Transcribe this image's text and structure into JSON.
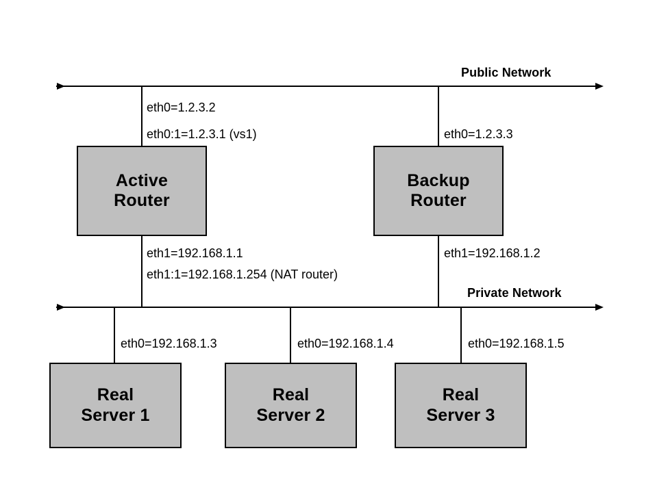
{
  "diagram": {
    "title": "LVS NAT router high-availability network diagram",
    "colors": {
      "box_fill": "#bfbfbf",
      "stroke": "#000000",
      "background": "#ffffff"
    },
    "networks": [
      {
        "id": "public",
        "label": "Public Network"
      },
      {
        "id": "private",
        "label": "Private Network"
      }
    ],
    "routers": [
      {
        "id": "active-router",
        "line1": "Active",
        "line2": "Router",
        "public_addrs": [
          "eth0=1.2.3.2",
          "eth0:1=1.2.3.1 (vs1)"
        ],
        "private_addrs": [
          "eth1=192.168.1.1",
          "eth1:1=192.168.1.254 (NAT router)"
        ]
      },
      {
        "id": "backup-router",
        "line1": "Backup",
        "line2": "Router",
        "public_addrs": [
          "eth0=1.2.3.3"
        ],
        "private_addrs": [
          "eth1=192.168.1.2"
        ]
      }
    ],
    "servers": [
      {
        "id": "real-server-1",
        "line1": "Real",
        "line2": "Server 1",
        "addr": "eth0=192.168.1.3"
      },
      {
        "id": "real-server-2",
        "line1": "Real",
        "line2": "Server 2",
        "addr": "eth0=192.168.1.4"
      },
      {
        "id": "real-server-3",
        "line1": "Real",
        "line2": "Server 3",
        "addr": "eth0=192.168.1.5"
      }
    ]
  }
}
